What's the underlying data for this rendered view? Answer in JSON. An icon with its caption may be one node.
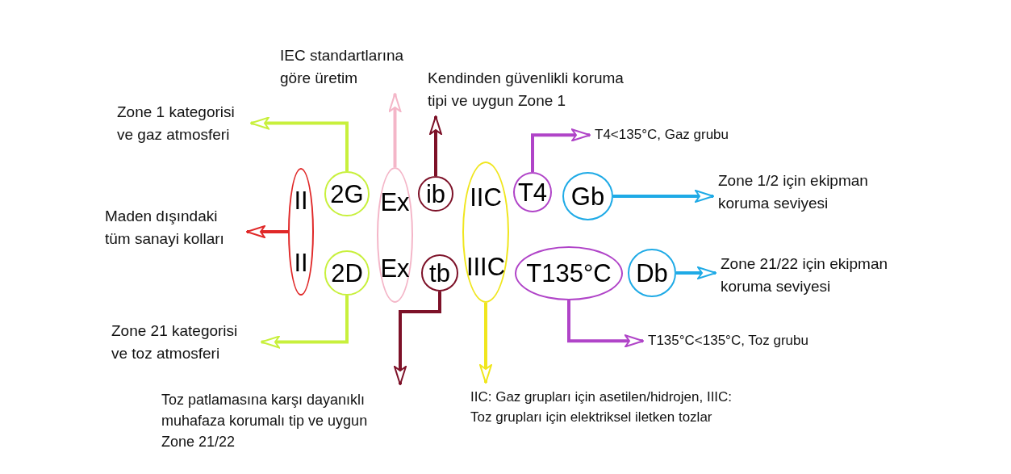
{
  "diagram": {
    "nodes": [
      {
        "text": [
          "II",
          "II"
        ]
      },
      {
        "text": [
          "2G"
        ]
      },
      {
        "text": [
          "2D"
        ]
      },
      {
        "text": [
          "Ex",
          "Ex"
        ]
      },
      {
        "text": [
          "ib"
        ]
      },
      {
        "text": [
          "tb"
        ]
      },
      {
        "text": [
          "IIC",
          "IIIC"
        ]
      },
      {
        "text": [
          "T4"
        ]
      },
      {
        "text": [
          "T135°C"
        ]
      },
      {
        "text": [
          "Gb"
        ]
      },
      {
        "text": [
          "Db"
        ]
      },
      {
        "text": [
          "IEC standartlarına göre üretim"
        ]
      },
      {
        "text": [
          "Zone 1 kategorisi ve gaz atmosferi"
        ]
      },
      {
        "text": [
          "Kendinden güvenlikli koruma tipi ve uygun Zone 1"
        ]
      },
      {
        "text": [
          "T4<135°C, Gaz grubu"
        ]
      },
      {
        "text": [
          "Zone 1/2 için ekipman koruma seviyesi"
        ]
      },
      {
        "text": [
          "Maden dışındaki tüm sanayi kolları"
        ]
      },
      {
        "text": [
          "Zone 21/22 için ekipman koruma seviyesi"
        ]
      },
      {
        "text": [
          "Zone 21 kategorisi ve toz atmosferi"
        ]
      },
      {
        "text": [
          "T135°C<135°C, Toz grubu"
        ]
      },
      {
        "text": [
          "Toz patlamasına karşı dayanıklı muhafaza korumalı tip ve uygun Zone 21/22"
        ]
      },
      {
        "text": [
          "IIC: Gaz grupları için asetilen/hidrojen, IIIC: Toz grupları için elektriksel iletken tozlar"
        ]
      }
    ],
    "edges": [
      {
        "from": 1,
        "to": 12,
        "arrow": "to",
        "color": "#c8f03c"
      },
      {
        "from": 3,
        "to": 11,
        "arrow": "to",
        "color": "#f4b6c8"
      },
      {
        "from": 4,
        "to": 13,
        "arrow": "to",
        "color": "#7d1128"
      },
      {
        "from": 7,
        "to": 14,
        "arrow": "to",
        "color": "#b044c8"
      },
      {
        "from": 9,
        "to": 15,
        "arrow": "to",
        "color": "#1eaae6"
      },
      {
        "from": 0,
        "to": 16,
        "arrow": "to",
        "color": "#e02828"
      },
      {
        "from": 10,
        "to": 17,
        "arrow": "to",
        "color": "#1eaae6"
      },
      {
        "from": 2,
        "to": 18,
        "arrow": "to",
        "color": "#c8f03c"
      },
      {
        "from": 8,
        "to": 19,
        "arrow": "to",
        "color": "#b044c8"
      },
      {
        "from": 5,
        "to": 20,
        "arrow": "to",
        "color": "#7d1128"
      },
      {
        "from": 6,
        "to": 21,
        "arrow": "to",
        "color": "#f0e61e"
      }
    ]
  }
}
